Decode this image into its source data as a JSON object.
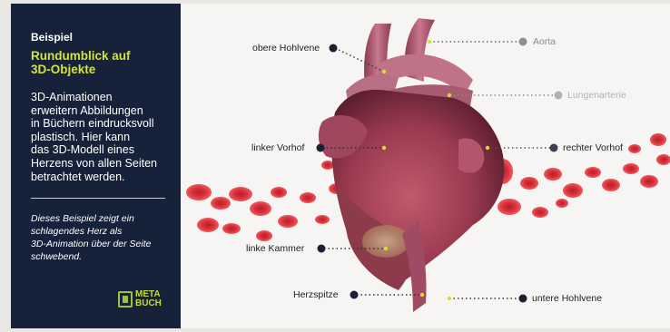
{
  "sidebar": {
    "kicker": "Beispiel",
    "headline": "Rundumblick auf\n3D-Objekte",
    "description": "3D-Animationen\nerweitern Abbildungen\nin Büchern eindrucksvoll\nplastisch. Hier kann\ndas 3D-Modell eines\nHerzens von allen Seiten\nbetrachtet werden.",
    "note": "Dieses Beispiel zeigt ein\nschlagendes Herz als\n3D-Animation über der Seite\nschwebend.",
    "logo_text": "META\nBUCH"
  },
  "labels": {
    "obere_hohlvene": "obere Hohlvene",
    "aorta": "Aorta",
    "lungenarterie": "Lungenarterie",
    "linker_vorhof": "linker Vorhof",
    "rechter_vorhof": "rechter Vorhof",
    "linke_kammer": "linke Kammer",
    "herzspitze": "Herzspitze",
    "untere_hohlvene": "untere Hohlvene"
  },
  "colors": {
    "sidebar_bg": "#16223a",
    "headline": "#d6e23a",
    "marker_dark": "#1b2135",
    "marker_light": "#9a9a9a",
    "marker_yellow": "#d7dc3a",
    "heart": "#a8445a",
    "blood_cell": "#d92a35"
  },
  "icons": [
    "meta-buch-logo-icon",
    "heart-3d-illustration",
    "red-blood-cells-illustration"
  ]
}
